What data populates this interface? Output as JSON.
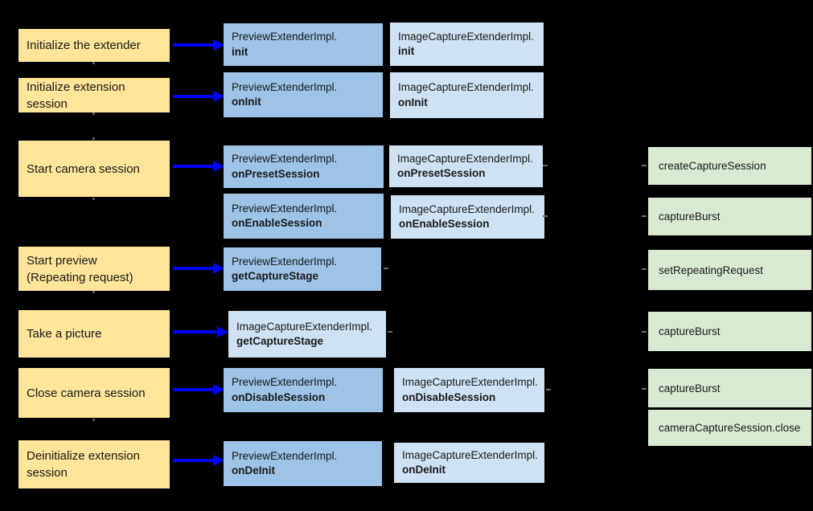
{
  "colors": {
    "background": "#000000",
    "yellow": "#ffe599",
    "blue": "#9dc3e6",
    "light_blue": "#cfe2f3",
    "green": "#d9ead3",
    "arrow": "#0000ff",
    "text": "#1a1a1a"
  },
  "steps": [
    {
      "label": "Initialize the extender"
    },
    {
      "label": "Initialize extension session"
    },
    {
      "label": "Start camera session"
    },
    {
      "label": "Start preview (Repeating request)"
    },
    {
      "label": "Take a picture"
    },
    {
      "label": "Close camera session"
    },
    {
      "label": "Deinitialize extension session"
    }
  ],
  "preview_column": [
    {
      "class_name": "PreviewExtenderImpl.",
      "method": "init"
    },
    {
      "class_name": "PreviewExtenderImpl.",
      "method": "onInit"
    },
    {
      "class_name": "PreviewExtenderImpl.",
      "method": "onPresetSession"
    },
    {
      "class_name": "PreviewExtenderImpl.",
      "method": "onEnableSession"
    },
    {
      "class_name": "PreviewExtenderImpl.",
      "method": "getCaptureStage"
    },
    {
      "class_name": "PreviewExtenderImpl.",
      "method": "onDisableSession"
    },
    {
      "class_name": "PreviewExtenderImpl.",
      "method": "onDeInit"
    }
  ],
  "image_capture_column": [
    {
      "class_name": "ImageCaptureExtenderImpl.",
      "method": "init"
    },
    {
      "class_name": "ImageCaptureExtenderImpl.",
      "method": "onInit"
    },
    {
      "class_name": "ImageCaptureExtenderImpl.",
      "method": "onPresetSession"
    },
    {
      "class_name": "ImageCaptureExtenderImpl.",
      "method": "onEnableSession"
    },
    {
      "class_name": "ImageCaptureExtenderImpl.",
      "method": "getCaptureStage"
    },
    {
      "class_name": "ImageCaptureExtenderImpl.",
      "method": "onDisableSession"
    },
    {
      "class_name": "ImageCaptureExtenderImpl.",
      "method": "onDeInit"
    }
  ],
  "camera2_column": [
    {
      "label": "createCaptureSession"
    },
    {
      "label": "captureBurst"
    },
    {
      "label": "setRepeatingRequest"
    },
    {
      "label": "captureBurst"
    },
    {
      "label": "captureBurst"
    },
    {
      "label": "cameraCaptureSession.close"
    }
  ]
}
